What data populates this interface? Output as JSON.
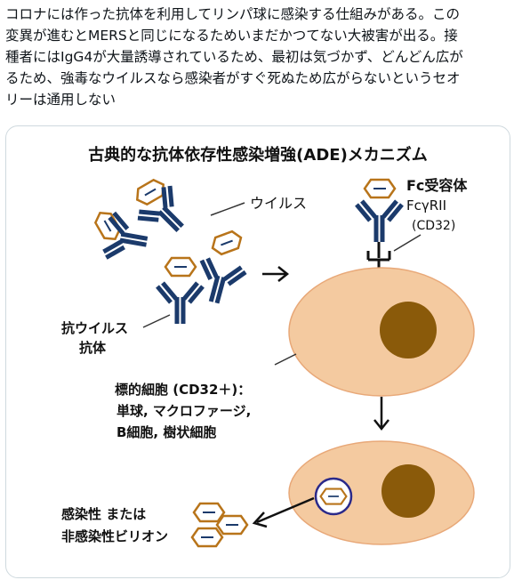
{
  "post": {
    "lines": [
      "コロナには作った抗体を利用してリンパ球に感染する仕組みがある。この",
      "変異が進むとMERSと同じになるためいまだかつてない大被害が出る。接",
      "種者にはIgG4が大量誘導されているため、最初は気づかず、どんどん広が",
      "るため、強毒なウイルスなら感染者がすぐ死ぬため広がらないというセオ",
      "リーは通用しない"
    ]
  },
  "diagram": {
    "title": "古典的な抗体依存性感染増強(ADE)メカニズム",
    "labels": {
      "virus": "ウイルス",
      "receptor_1": "Fc受容体",
      "receptor_2": "FcγRII",
      "receptor_3": "(CD32)",
      "antibody_1": "抗ウイルス",
      "antibody_2": "抗体",
      "target_1": "標的細胞 (CD32＋)：",
      "target_2": "単球, マクロファージ,",
      "target_3": "B細胞, 樹状細胞",
      "virion_1": "感染性 または",
      "virion_2": "非感染性ビリオン"
    },
    "colors": {
      "cell_fill": "#f4caa0",
      "cell_stroke": "#e8a878",
      "nucleus": "#8a5a0a",
      "antibody": "#1b3a6b",
      "virus_stroke": "#b8741a",
      "endosome": "#2b2a8a"
    }
  }
}
